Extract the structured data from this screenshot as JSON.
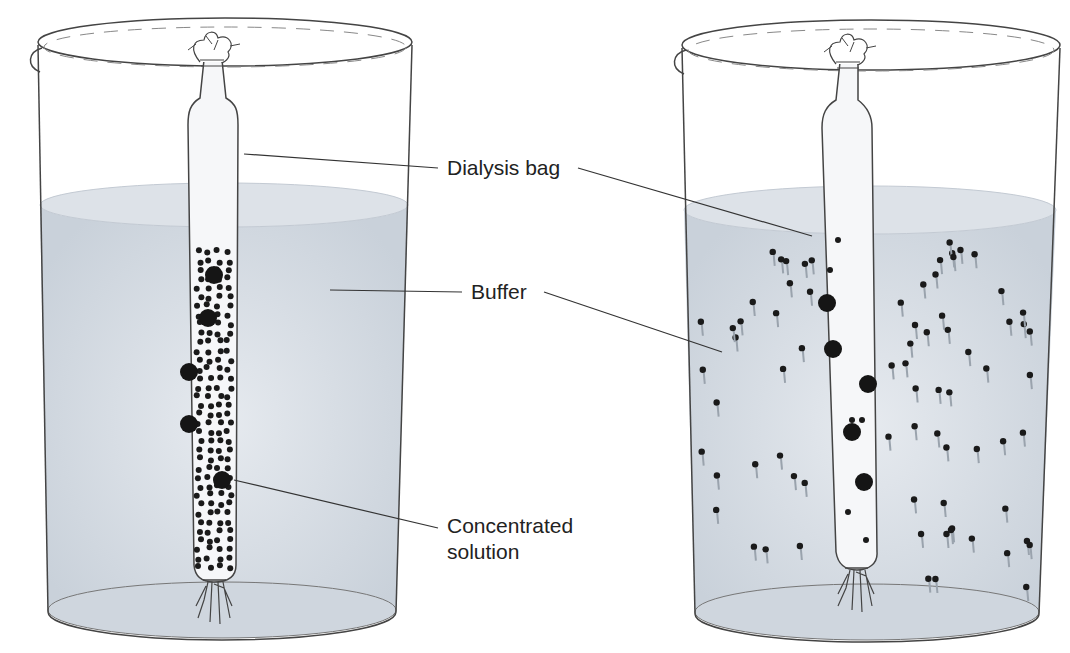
{
  "diagram": {
    "labels": [
      "Dialysis bag",
      "Buffer",
      "Concentrated solution"
    ]
  }
}
